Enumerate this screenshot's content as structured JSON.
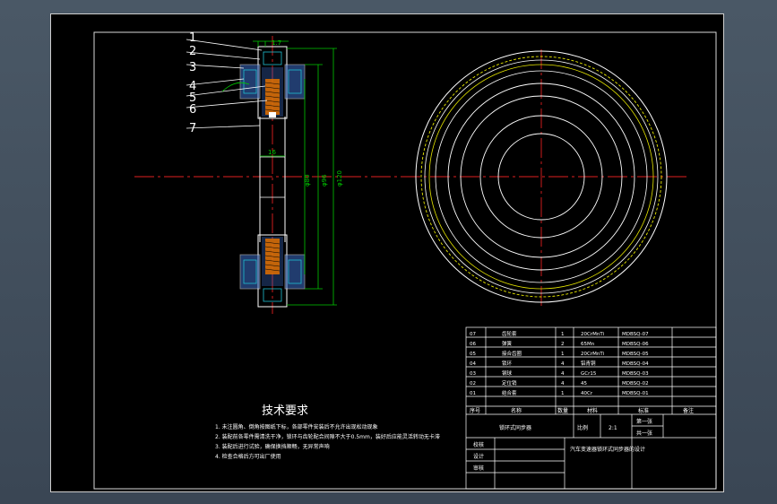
{
  "drawing": {
    "part_labels": [
      "1",
      "2",
      "3",
      "4",
      "5",
      "6",
      "7"
    ],
    "dim_top": "1.7",
    "dim_width": "16",
    "dim_d1": "φ80",
    "dim_d2": "φ96",
    "dim_d3": "φ120"
  },
  "tech_requirements": {
    "title": "技术要求",
    "lines": [
      "1. 未注圆角、倒角按图纸下标，各部零件安装后不允许出现松动现象",
      "2. 装配前各零件需清洗干净，锁环与齿轮配合间隙不大于0.5mm，装好后应能灵活转动无卡滞",
      "3. 装配后进行试验，确保换挡顺畅，无异常声响",
      "4. 检查合格后方可出厂使用"
    ]
  },
  "bom": {
    "rows": [
      {
        "no": "07",
        "name": "齿轮套",
        "qty": "1",
        "material": "20CrMnTi",
        "std": "MDBSQ-07"
      },
      {
        "no": "06",
        "name": "弹簧",
        "qty": "2",
        "material": "65Mn",
        "std": "MDBSQ-06"
      },
      {
        "no": "05",
        "name": "接合齿圈",
        "qty": "1",
        "material": "20CrMnTi",
        "std": "MDBSQ-05"
      },
      {
        "no": "04",
        "name": "锁环",
        "qty": "4",
        "material": "铝青铜",
        "std": "MDBSQ-04"
      },
      {
        "no": "03",
        "name": "钢球",
        "qty": "4",
        "material": "GCr15",
        "std": "MDBSQ-03"
      },
      {
        "no": "02",
        "name": "定位销",
        "qty": "4",
        "material": "45",
        "std": "MDBSQ-02"
      },
      {
        "no": "01",
        "name": "结合套",
        "qty": "1",
        "material": "40Cr",
        "std": "MDBSQ-01"
      }
    ],
    "header": {
      "no": "序号",
      "name": "名称",
      "qty": "数量",
      "material": "材料",
      "std": "标准",
      "note": "备注"
    }
  },
  "title_block": {
    "drawing_name": "锁环式同步器",
    "scale_label": "比例",
    "scale_value": "2:1",
    "sheet_no": "第一张",
    "sheet_total": "共一张",
    "design": "设计",
    "check": "校核",
    "review": "审核",
    "project_title": "汽车变速器锁环式同步器的设计"
  },
  "colors": {
    "background": "#000000",
    "frame": "#d8d8d8",
    "centerline": "#e02020",
    "dimension": "#00c800",
    "outline": "#ffffff",
    "hidden": "#e8e800",
    "hatch": "#20c0d0",
    "spring": "#e07000",
    "text": "#ffffff",
    "section_blue": "#3c6ec8"
  }
}
